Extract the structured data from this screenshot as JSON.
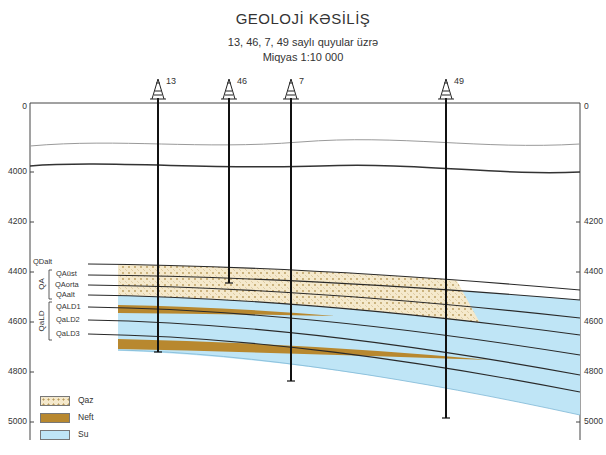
{
  "diagram": {
    "title": "GEOLOJİ KƏSİLİŞ",
    "labels": [
      "13, 46, 7, 49 saylı quyular üzrə",
      "Miqyas 1:10 000",
      "13",
      "46",
      "7",
      "49",
      "0",
      "4000",
      "4200",
      "4400",
      "4600",
      "4800",
      "5000",
      "0",
      "4200",
      "4400",
      "4600",
      "4800",
      "5000",
      "QDalt",
      "QAüst",
      "QAorta",
      "QAalt",
      "QALD1",
      "QaLD2",
      "QaLD3",
      "QA",
      "QaLD"
    ],
    "legend": [
      {
        "text": "Qaz"
      },
      {
        "text": "Neft",
        "color": "#b8882f"
      },
      {
        "text": "Su",
        "color": "#bfe5f6"
      }
    ]
  }
}
